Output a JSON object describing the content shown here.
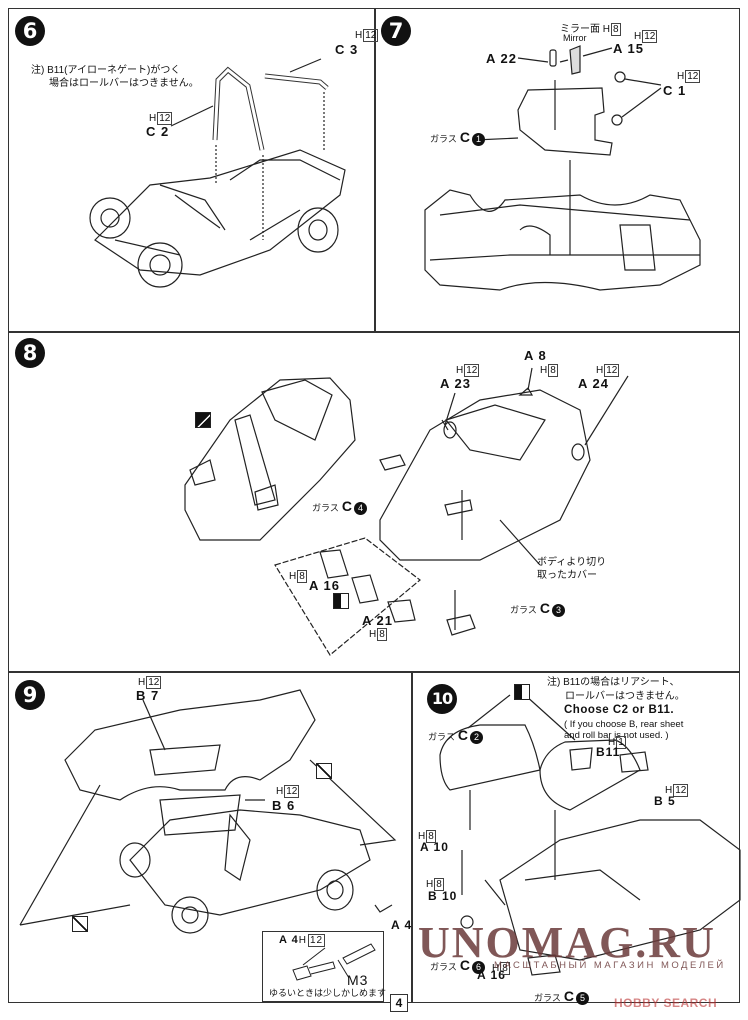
{
  "page": {
    "number": "4"
  },
  "steps": [
    {
      "num": "6",
      "note_lines": [
        "注) B11(アイローネゲート)がつく",
        "場合はロールバーはつきません。"
      ],
      "parts": [
        {
          "id": "C 3",
          "paint": "H",
          "code": "12"
        },
        {
          "id": "C 2",
          "paint": "H",
          "code": "12"
        }
      ]
    },
    {
      "num": "7",
      "mirror_label": "ミラー面",
      "mirror_en": "Mirror",
      "parts": [
        {
          "id": "A 22"
        },
        {
          "id": "A 15",
          "paint": "H",
          "code": "12"
        },
        {
          "id": "C 1",
          "paint": "H",
          "code": "12"
        }
      ],
      "mirror_paint": {
        "paint": "H",
        "code": "8"
      },
      "glass": {
        "label": "ガラス",
        "part": "C",
        "num": "1"
      }
    },
    {
      "num": "8",
      "parts": [
        {
          "id": "A 8",
          "paint": "H",
          "code": "8"
        },
        {
          "id": "A 23",
          "paint": "H",
          "code": "12"
        },
        {
          "id": "A 24",
          "paint": "H",
          "code": "12"
        },
        {
          "id": "A 16",
          "paint": "H",
          "code": "8"
        },
        {
          "id": "A 21",
          "paint": "H",
          "code": "8"
        }
      ],
      "glass_a": {
        "label": "ガラス",
        "part": "C",
        "num": "4"
      },
      "glass_b": {
        "label": "ガラス",
        "part": "C",
        "num": "3"
      },
      "cover_note": [
        "ボディより切り",
        "取ったカバー"
      ]
    },
    {
      "num": "9",
      "parts": [
        {
          "id": "B 7",
          "paint": "H",
          "code": "12"
        },
        {
          "id": "B 6",
          "paint": "H",
          "code": "12"
        },
        {
          "id": "A 4"
        }
      ],
      "inset": {
        "part": "A 4",
        "paint": "H",
        "code": "12",
        "screw": "M3",
        "note": "ゆるいときは少しかしめます"
      }
    },
    {
      "num": "10",
      "note_lines": [
        "注) B11の場合はリアシート、",
        "ロールバーはつきません。"
      ],
      "choose": "Choose C2 or B11.",
      "en_note": [
        "( If you choose B, rear sheet",
        "and roll bar is not used. )"
      ],
      "parts": [
        {
          "id": "B11",
          "paint": "H",
          "code": "1"
        },
        {
          "id": "B 5",
          "paint": "H",
          "code": "12"
        },
        {
          "id": "A 10",
          "paint": "H",
          "code": "8"
        },
        {
          "id": "B 10",
          "paint": "H",
          "code": "8"
        },
        {
          "id": "A 16",
          "paint": "H",
          "code": "8"
        }
      ],
      "glass_a": {
        "label": "ガラス",
        "part": "C",
        "num": "2"
      },
      "glass_b": {
        "label": "ガラス",
        "part": "C",
        "num": "6"
      },
      "glass_c": {
        "label": "ガラス",
        "part": "C",
        "num": "5"
      }
    }
  ],
  "watermark": {
    "main": "UNOMAG.RU",
    "sub": "МАСШТАБНЫЙ МАГАЗИН МОДЕЛЕЙ"
  },
  "hobby_search": "HOBBY SEARCH"
}
